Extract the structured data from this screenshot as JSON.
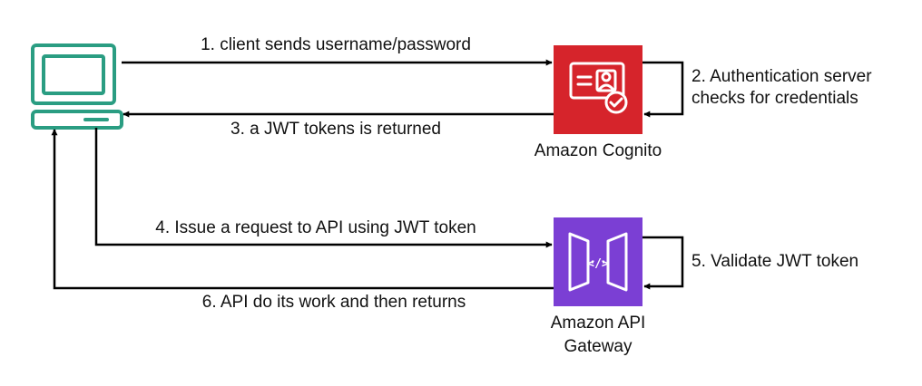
{
  "colors": {
    "client_outline": "#2a9d82",
    "cognito_bg": "#d6242b",
    "api_gateway_bg": "#7b3fd4",
    "arrow": "#000000"
  },
  "nodes": {
    "client": {
      "icon": "laptop-icon"
    },
    "cognito": {
      "icon": "cognito-credential-icon",
      "label": "Amazon Cognito"
    },
    "api_gateway": {
      "icon": "api-gateway-icon",
      "label_line1": "Amazon API",
      "label_line2": "Gateway"
    }
  },
  "steps": {
    "s1": "1. client sends username/password",
    "s2_line1": "2. Authentication server",
    "s2_line2": "checks for credentials",
    "s3": "3. a JWT tokens is returned",
    "s4": "4. Issue a request to API using JWT token",
    "s5": "5. Validate JWT token",
    "s6": "6. API do its work and then returns"
  }
}
